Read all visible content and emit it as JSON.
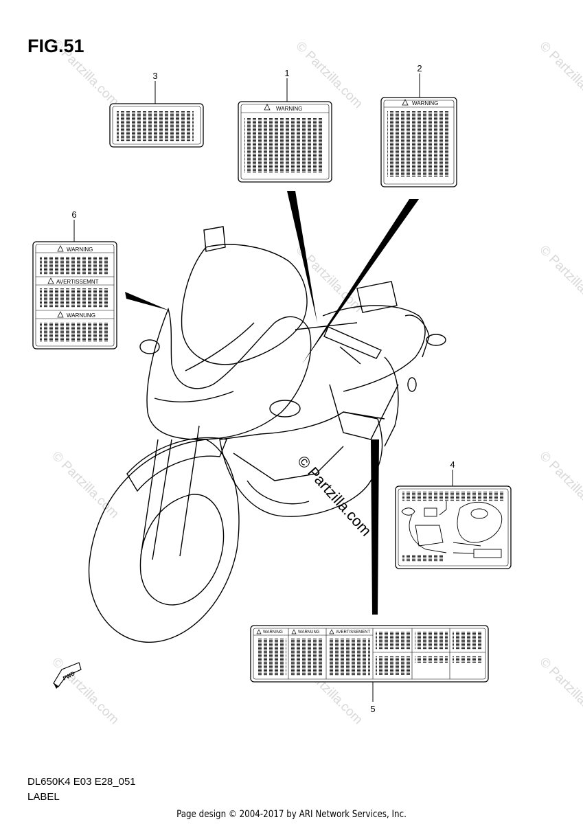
{
  "figure": {
    "title": "FIG.51",
    "model_code": "DL650K4 E03 E28_051",
    "section": "LABEL"
  },
  "callouts": [
    "1",
    "2",
    "3",
    "4",
    "5",
    "6"
  ],
  "labels": {
    "warning": "WARNING",
    "avertissement": "AVERTISSEMNT",
    "warnung": "WARNUNG",
    "avertissement_full": "AVERTISSEMENT"
  },
  "fwd_arrow": "FWD",
  "watermark": "© Partzilla.com",
  "footer": "Page design © 2004-2017 by ARI Network Services, Inc."
}
